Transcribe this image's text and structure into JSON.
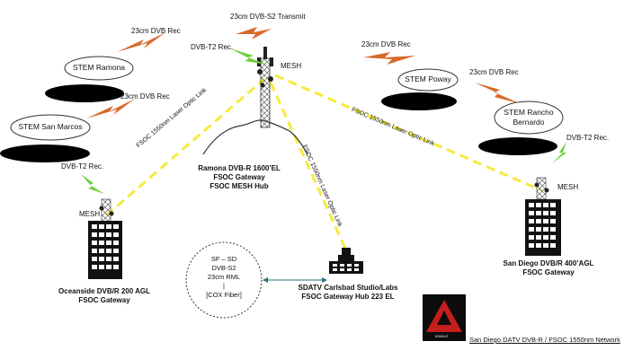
{
  "top_transmit_label": "23cm DVB-S2 Transmit",
  "hub": {
    "rx_label": "DVB-T2 Rec.",
    "mesh_label": "MESH",
    "caption_lines": [
      "Ramona DVB-R 1600’EL",
      "FSOC Gateway",
      "FSOC MESH Hub"
    ]
  },
  "stem_sites": [
    {
      "name": "STEM Ramona",
      "rec_label": "23cm DVB Rec"
    },
    {
      "name": "STEM San Marcos",
      "rec_label": "23cm DVB Rec"
    },
    {
      "name": "STEM Poway",
      "rec_label": "23cm DVB Rec"
    },
    {
      "name": "STEM Rancho Bernardo",
      "rec_label": "23cm DVB Rec"
    }
  ],
  "oceanside": {
    "rx_label": "DVB-T2 Rec.",
    "mesh_label": "MESH",
    "caption_lines": [
      "Oceanside DVB/R 200 AGL",
      "FSOC Gateway"
    ]
  },
  "san_diego": {
    "rx_label": "DVB-T2 Rec.",
    "mesh_label": "MESH",
    "caption_lines": [
      "San Diego DVB/R 400’AGL",
      "FSOC Gateway"
    ]
  },
  "carlsbad": {
    "caption_lines": [
      "SDATV Carlsbad Studio/Labs",
      "FSOC Gateway Hub  223 EL"
    ]
  },
  "links": [
    {
      "label": "FSOC 1550nm Laser Optic Link"
    },
    {
      "label": "FSOC 1550nm Laser Optic Link"
    },
    {
      "label": "FSOC 1550nm Laser Optic Link"
    }
  ],
  "fiber_lines": [
    "SF – SD",
    "DVB-S2",
    "23cm RML",
    "|",
    "[COX Fiber]"
  ],
  "logo_text": "KD6ILO",
  "network_caption": "San Diego DATV DVB-R / FSOC 1550nm Network",
  "colors": {
    "laser_link": "#f5ea3c",
    "lightning": "#d9692a",
    "rx_bolt": "#6fcf3e",
    "black": "#000000",
    "logo_bg": "#c41e1e"
  }
}
